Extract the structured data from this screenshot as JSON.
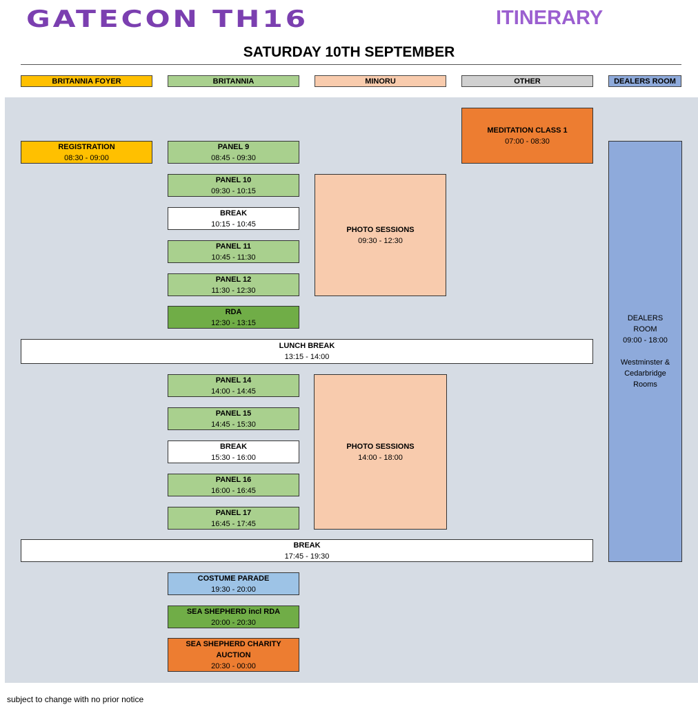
{
  "header": {
    "logo_text": "GATECON TH16",
    "itinerary_label": "ITINERARY",
    "day_title": "SATURDAY 10TH SEPTEMBER"
  },
  "columns": [
    {
      "label": "BRITANNIA FOYER",
      "color": "#ffc000"
    },
    {
      "label": "BRITANNIA",
      "color": "#a9d08e"
    },
    {
      "label": "MINORU",
      "color": "#f8cbad"
    },
    {
      "label": "OTHER",
      "color": "#d0d0d0"
    },
    {
      "label": "DEALERS ROOM",
      "color": "#8eaadb"
    }
  ],
  "colors": {
    "panel_bg": "#d6dce4",
    "orange": "#ed7d31",
    "dark_green": "#70ad47",
    "light_blue": "#9dc3e6",
    "white": "#ffffff"
  },
  "events": [
    {
      "title": "MEDITATION CLASS 1",
      "time": "07:00 - 08:30"
    },
    {
      "title": "REGISTRATION",
      "time": "08:30 - 09:00"
    },
    {
      "title": "PANEL 9",
      "time": "08:45 - 09:30"
    },
    {
      "title": "PANEL 10",
      "time": "09:30 - 10:15"
    },
    {
      "title": "BREAK",
      "time": "10:15 - 10:45"
    },
    {
      "title": "PANEL 11",
      "time": "10:45 - 11:30"
    },
    {
      "title": "PANEL 12",
      "time": "11:30 - 12:30"
    },
    {
      "title": "RDA",
      "time": "12:30 - 13:15"
    },
    {
      "title": "PHOTO SESSIONS",
      "time": "09:30 - 12:30"
    },
    {
      "title": "LUNCH BREAK",
      "time": "13:15 - 14:00"
    },
    {
      "title": "PANEL 14",
      "time": "14:00 - 14:45"
    },
    {
      "title": "PANEL 15",
      "time": "14:45 - 15:30"
    },
    {
      "title": "BREAK",
      "time": "15:30 - 16:00"
    },
    {
      "title": "PANEL 16",
      "time": "16:00 - 16:45"
    },
    {
      "title": "PANEL 17",
      "time": "16:45 - 17:45"
    },
    {
      "title": "PHOTO SESSIONS",
      "time": "14:00 - 18:00"
    },
    {
      "title": "BREAK",
      "time": "17:45 - 19:30"
    },
    {
      "title": "COSTUME PARADE",
      "time": "19:30 - 20:00"
    },
    {
      "title": "SEA SHEPHERD incl RDA",
      "time": "20:00 - 20:30"
    },
    {
      "title": "SEA SHEPHERD CHARITY AUCTION",
      "time": "20:30 - 00:00"
    }
  ],
  "dealers": {
    "line1": "DEALERS",
    "line2": "ROOM",
    "time": "09:00 - 18:00",
    "loc1": "Westminster &",
    "loc2": "Cedarbridge",
    "loc3": "Rooms"
  },
  "footer_note": "subject to change with no prior notice"
}
